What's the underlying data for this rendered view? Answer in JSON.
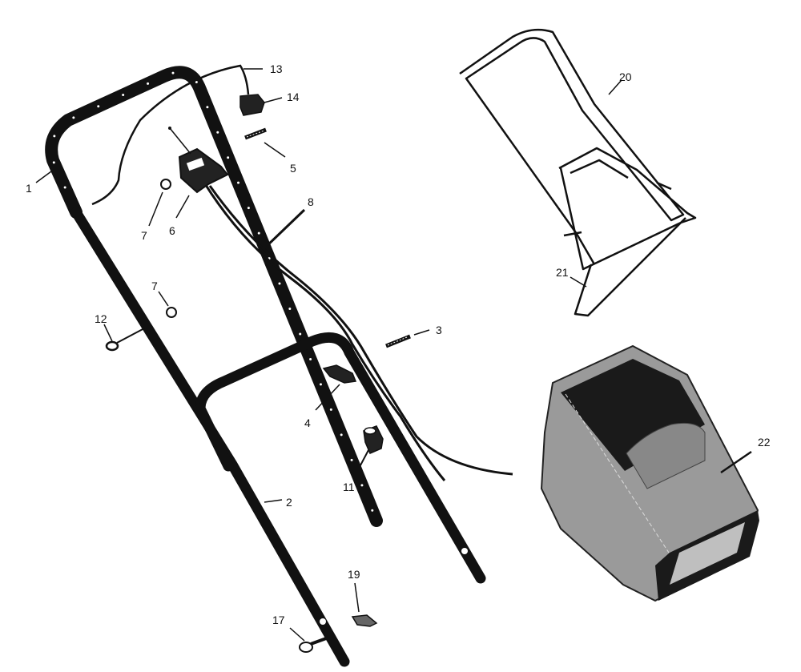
{
  "callouts": {
    "c1": "1",
    "c2": "2",
    "c3": "3",
    "c4": "4",
    "c5": "5",
    "c6": "6",
    "c7a": "7",
    "c7b": "7",
    "c8": "8",
    "c11": "11",
    "c12": "12",
    "c13": "13",
    "c14": "14",
    "c17": "17",
    "c19": "19",
    "c20": "20",
    "c21": "21",
    "c22": "22"
  },
  "colors": {
    "ink": "#111111",
    "bag_fill": "#9a9a9a",
    "bag_dark": "#1a1a1a",
    "paper": "#ffffff"
  }
}
